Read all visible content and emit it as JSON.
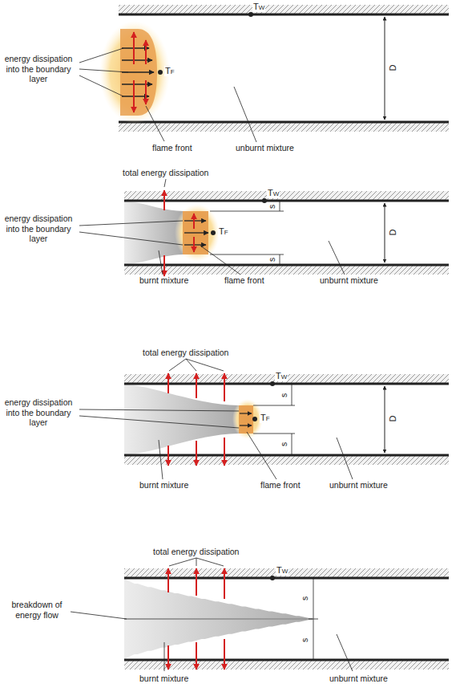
{
  "diagram": {
    "labels": [
      "energy dissipation into the boundary layer",
      "TW",
      "D",
      "TF",
      "flame front",
      "unburnt mixture",
      "total energy dissipation",
      "energy dissipation into the boundary layer",
      "TW",
      "s",
      "D",
      "TF",
      "s",
      "burnt mixture",
      "flame front",
      "unburnt mixture",
      "total energy dissipation",
      "energy dissipation into the boundary layer",
      "TW",
      "s",
      "D",
      "TF",
      "s",
      "burnt mixture",
      "flame front",
      "unburnt mixture",
      "total energy dissipation",
      "TW",
      "breakdown of energy flow",
      "s",
      "s",
      "burnt mixture",
      "unburnt mixture"
    ]
  }
}
